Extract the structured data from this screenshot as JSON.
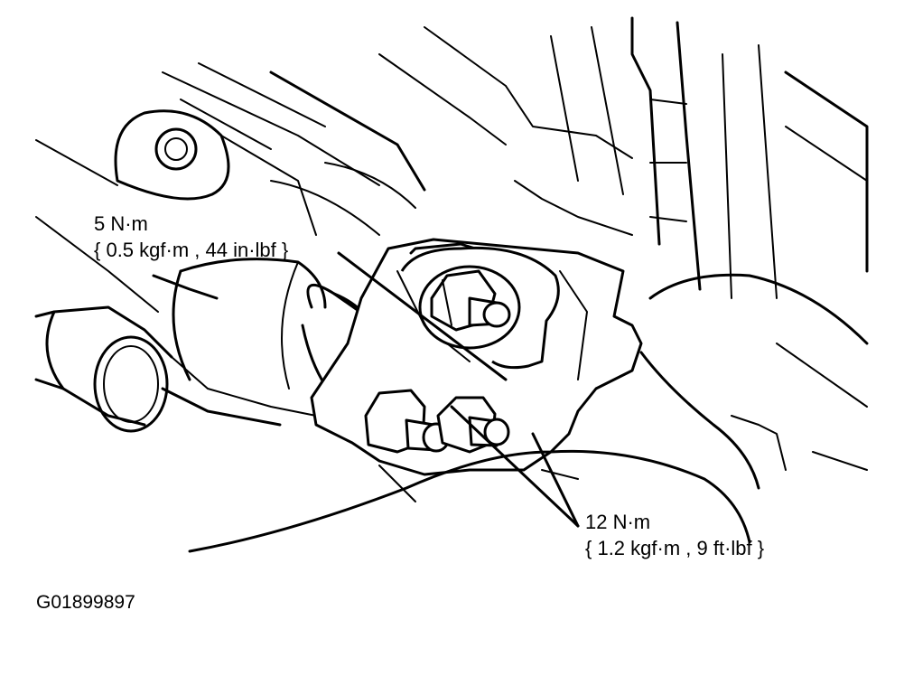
{
  "figure": {
    "id_code": "G01899897"
  },
  "callouts": {
    "top": {
      "line1": "5 N·m",
      "line2": "{ 0.5 kgf·m , 44 in·lbf }"
    },
    "bottom": {
      "line1": "12 N·m",
      "line2": "{ 1.2 kgf·m , 9 ft·lbf }"
    }
  },
  "colors": {
    "ink": "#000000",
    "paper": "#ffffff"
  }
}
